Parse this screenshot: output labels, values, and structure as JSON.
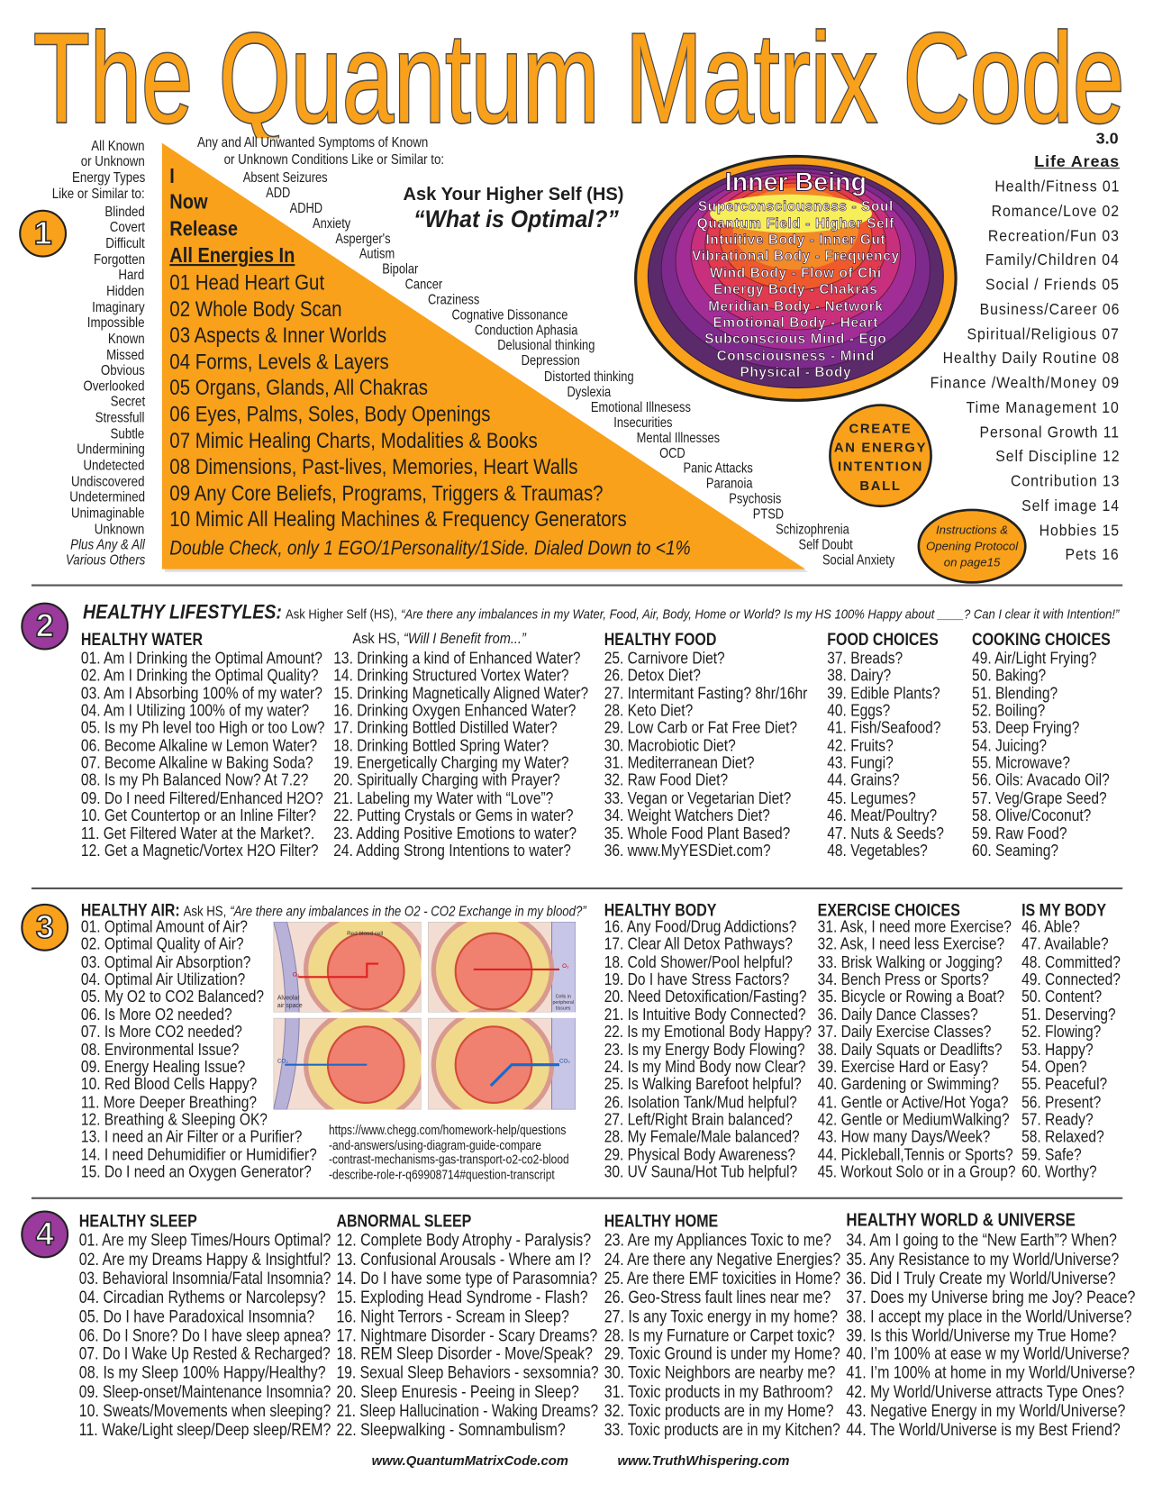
{
  "title": "The Quantum Matrix Code",
  "version": "3.0",
  "colors": {
    "orange": "#F9A11B",
    "purple": "#9A3A9C",
    "title_outline": "#4a4a4a"
  },
  "section1": {
    "number": "1",
    "energy_header": [
      "All Known",
      "or Unknown",
      "Energy Types",
      "Like or Similar to:"
    ],
    "energy_types": [
      "Blinded",
      "Covert",
      "Difficult",
      "Forgotten",
      "Hard",
      "Hidden",
      "Imaginary",
      "Impossible",
      "Known",
      "Missed",
      "Obvious",
      "Overlooked",
      "Secret",
      "Stressfull",
      "Subtle",
      "Undermining",
      "Undetected",
      "Undiscovered",
      "Undetermined",
      "Unimaginable",
      "Unknown"
    ],
    "energy_footer": [
      "Plus Any & All",
      "Various Others"
    ],
    "triangle": {
      "intro": [
        "I",
        "Now",
        "Release",
        "All Energies In"
      ],
      "items": [
        "01 Head Heart Gut",
        "02 Whole Body Scan",
        "03 Aspects & Inner Worlds",
        "04 Forms, Levels & Layers",
        "05 Organs, Glands, All Chakras",
        "06 Eyes, Palms, Soles, Body Openings",
        "07 Mimic Healing Charts, Modalities & Books",
        "08 Dimensions, Past-lives, Memories, Heart Walls",
        "09 Any Core Beliefs, Programs, Triggers & Traumas?",
        "10 Mimic All Healing Machines & Frequency Generators"
      ],
      "footer": "Double Check, only 1 EGO/1Personality/1Side. Dialed Down to <1%"
    },
    "symptoms_header": [
      "Any and All Unwanted Symptoms of Known",
      "or Unknown Conditions Like or Similar to:"
    ],
    "symptoms": [
      "Absent Seizures",
      "ADD",
      "ADHD",
      "Anxiety",
      "Asperger's",
      "Autism",
      "Bipolar",
      "Cancer",
      "Craziness",
      "Cognative Dissonance",
      "Conduction Aphasia",
      "Delusional thinking",
      "Depression",
      "Distorted thinking",
      "Dyslexia",
      "Emotional Illnesess",
      "Insecurities",
      "Mental Illnesses",
      "OCD",
      "Panic Attacks",
      "Paranoia",
      "Psychosis",
      "PTSD",
      "Schizophrenia",
      "Self Doubt",
      "Social Anxiety"
    ],
    "higher_self": {
      "ask": "Ask Your Higher Self (HS)",
      "question": "“What is Optimal?”"
    },
    "inner_being": {
      "title": "Inner Being",
      "layers": [
        "Superconsciousness - Soul",
        "Quantum Field - Higher Self",
        "Intuitive Body - Inner Gut",
        "Vibrational Body - Frequency",
        "Wind Body - Flow of Chi",
        "Energy Body - Chakras",
        "Meridian Body - Network",
        "Emotional Body - Heart",
        "Subconscious Mind - Ego",
        "Consciousness - Mind",
        "Physical - Body"
      ]
    },
    "energy_ball": [
      "CREATE",
      "AN ENERGY",
      "INTENTION",
      "BALL"
    ],
    "instructions": [
      "Instructions &",
      "Opening Protocol",
      "on page15"
    ],
    "life_areas": {
      "title": "Life Areas",
      "items": [
        "Health/Fitness 01",
        "Romance/Love 02",
        "Recreation/Fun 03",
        "Family/Children 04",
        "Social / Friends 05",
        "Business/Career 06",
        "Spiritual/Religious 07",
        "Healthy Daily Routine 08",
        "Finance /Wealth/Money 09",
        "Time Management 10",
        "Personal Growth 11",
        "Self Discipline 12",
        "Contribution 13",
        "Self image 14",
        "Hobbies 15",
        "Pets 16"
      ]
    }
  },
  "section2": {
    "number": "2",
    "title": "HEALTHY LIFESTYLES:",
    "ask": "Ask Higher Self (HS),",
    "quote": "“Are there any imbalances in my Water, Food, Air, Body, Home or World? Is my HS 100% Happy about ____? Can I clear it with Intention!”",
    "water": {
      "header": "HEALTHY WATER",
      "items": [
        "01. Am I Drinking the Optimal Amount?",
        "02. Am I Drinking the Optimal Quality?",
        "03. Am I Absorbing 100% of my water?",
        "04. Am I Utilizing 100% of my water?",
        "05. Is my Ph level too High or too Low?",
        "06. Become Alkaline w Lemon Water?",
        "07. Become Alkaline w Baking Soda?",
        "08. Is my Ph Balanced Now? At 7.2?",
        "09. Do I need Filtered/Enhanced H2O?",
        "10. Get Countertop or an Inline Filter?",
        "11. Get Filtered Water at the Market?.",
        "12. Get a Magnetic/Vortex H2O Filter?"
      ]
    },
    "water2": {
      "ask": "Ask HS,",
      "quote": "“Will I Benefit from...”",
      "items": [
        "13. Drinking a kind of Enhanced Water?",
        "14. Drinking Structured Vortex Water?",
        "15. Drinking Magnetically Aligned Water?",
        "16. Drinking Oxygen Enhanced Water?",
        "17. Drinking Bottled Distilled Water?",
        "18. Drinking Bottled Spring Water?",
        "19. Energetically Charging my Water?",
        "20. Spiritually Charging with Prayer?",
        "21. Labeling my Water with “Love”?",
        "22. Putting Crystals or Gems in water?",
        "23. Adding Positive Emotions to water?",
        "24. Adding Strong Intentions to water?"
      ]
    },
    "food": {
      "header": "HEALTHY FOOD",
      "items": [
        "25. Carnivore Diet?",
        "26. Detox Diet?",
        "27. Intermitant Fasting? 8hr/16hr",
        "28. Keto Diet?",
        "29. Low Carb or Fat Free Diet?",
        "30. Macrobiotic Diet?",
        "31. Mediterranean Diet?",
        "32. Raw Food Diet?",
        "33. Vegan or Vegetarian Diet?",
        "34. Weight Watchers Diet?",
        "35. Whole Food Plant Based?",
        "36. www.MyYESDiet.com?"
      ]
    },
    "food_choices": {
      "header": "FOOD CHOICES",
      "items": [
        "37. Breads?",
        "38. Dairy?",
        "39. Edible Plants?",
        "40. Eggs?",
        "41. Fish/Seafood?",
        "42. Fruits?",
        "43. Fungi?",
        "44. Grains?",
        "45. Legumes?",
        "46. Meat/Poultry?",
        "47. Nuts & Seeds?",
        "48. Vegetables?"
      ]
    },
    "cooking": {
      "header": "COOKING CHOICES",
      "items": [
        "49. Air/Light Frying?",
        "50. Baking?",
        "51. Blending?",
        "52. Boiling?",
        "53. Deep Frying?",
        "54. Juicing?",
        "55. Microwave?",
        "56. Oils: Avacado Oil?",
        "57.     Veg/Grape Seed?",
        "58.     Olive/Coconut?",
        "59. Raw Food?",
        "60. Seaming?"
      ]
    }
  },
  "section3": {
    "number": "3",
    "title": "HEALTHY AIR:",
    "ask": "Ask HS,",
    "quote": "“Are there any imbalances in the O2 - CO2 Exchange in my blood?”",
    "air_items": [
      "01. Optimal Amount of Air?",
      "02. Optimal Quality of Air?",
      "03. Optimal Air Absorption?",
      "04. Optimal Air Utilization?",
      "05. My O2 to CO2 Balanced?",
      "06. Is More O2 needed?",
      "07. Is More CO2 needed?",
      "08. Environmental Issue?",
      "09. Energy Healing Issue?",
      "10. Red Blood Cells Happy?",
      "11. More Deeper Breathing?",
      "12. Breathing & Sleeping OK?",
      "13. I need an Air Filter or a Purifier?",
      "14. I need Dehumidifier or Humidifier?",
      "15. Do I need an Oxygen Generator?"
    ],
    "diagram": {
      "red_blood_cell": "Red blood cell",
      "alveolar": [
        "Alveolar",
        "air space"
      ],
      "tissues": [
        "Cells in",
        "peripheral",
        "tissues"
      ],
      "o2": "O₂",
      "co2": "CO₂"
    },
    "source_url": [
      "https://www.chegg.com/homework-help/questions",
      "-and-answers/using-diagram-guide-compare",
      "-contrast-mechanisms-gas-transport-o2-co2-blood",
      "-describe-role-r-q69908714#question-transcript"
    ],
    "body": {
      "header": "HEALTHY BODY",
      "items": [
        "16. Any Food/Drug Addictions?",
        "17. Clear All Detox Pathways?",
        "18. Cold Shower/Pool helpful?",
        "19. Do I have Stress Factors?",
        "20. Need Detoxification/Fasting?",
        "21. Is Intuitive Body Connected?",
        "22. Is my Emotional Body Happy?",
        "23. Is my Energy Body Flowing?",
        "24. Is my Mind Body now Clear?",
        "25. Is Walking Barefoot helpful?",
        "26. Isolation Tank/Mud helpful?",
        "27. Left/Right Brain balanced?",
        "28. My Female/Male balanced?",
        "29. Physical Body Awareness?",
        "30. UV Sauna/Hot Tub helpful?"
      ]
    },
    "exercise": {
      "header": "EXERCISE CHOICES",
      "items": [
        "31. Ask, I need more Exercise?",
        "32. Ask, I need less Exercise?",
        "33. Brisk Walking or Jogging?",
        "34. Bench Press or Sports?",
        "35. Bicycle or Rowing a Boat?",
        "36. Daily Dance Classes?",
        "37. Daily Exercise Classes?",
        "38. Daily Squats or Deadlifts?",
        "39. Exercise Hard or Easy?",
        "40. Gardening or Swimming?",
        "41. Gentle or Active/Hot Yoga?",
        "42. Gentle or MediumWalking?",
        "43. How many Days/Week?",
        "44. Pickleball,Tennis or Sports?",
        "45. Workout Solo or in a Group?"
      ]
    },
    "is_my_body": {
      "header": "IS MY BODY",
      "items": [
        "46. Able?",
        "47. Available?",
        "48. Committed?",
        "49. Connected?",
        "50. Content?",
        "51. Deserving?",
        "52. Flowing?",
        "53. Happy?",
        "54. Open?",
        "55. Peaceful?",
        "56. Present?",
        "57. Ready?",
        "58. Relaxed?",
        "59. Safe?",
        "60. Worthy?"
      ]
    }
  },
  "section4": {
    "number": "4",
    "sleep": {
      "header": "HEALTHY SLEEP",
      "items": [
        "01. Are my Sleep Times/Hours Optimal?",
        "02. Are my Dreams Happy & Insightful?",
        "03. Behavioral Insomnia/Fatal Insomnia?",
        "04. Circadian Rythems or Narcolepsy?",
        "05. Do I have Paradoxical Insomnia?",
        "06. Do I Snore? Do I have sleep apnea?",
        "07. Do I Wake Up Rested & Recharged?",
        "08. Is my Sleep 100% Happy/Healthy?",
        "09. Sleep-onset/Maintenance Insomnia?",
        "10. Sweats/Movements when sleeping?",
        "11. Wake/Light sleep/Deep sleep/REM?"
      ]
    },
    "abnormal": {
      "header": "ABNORMAL SLEEP",
      "items": [
        "12. Complete Body Atrophy - Paralysis?",
        "13. Confusional Arousals - Where am I?",
        "14. Do I have some type of Parasomnia?",
        "15. Exploding Head Syndrome - Flash?",
        "16. Night Terrors - Scream in Sleep?",
        "17. Nightmare Disorder - Scary Dreams?",
        "18. REM Sleep Disorder - Move/Speak?",
        "19. Sexual Sleep Behaviors - sexsomnia?",
        "20. Sleep Enuresis - Peeing in Sleep?",
        "21. Sleep Hallucination - Waking Dreams?",
        "22. Sleepwalking - Somnambulism?"
      ]
    },
    "home": {
      "header": "HEALTHY HOME",
      "items": [
        "23. Are my Appliances Toxic to me?",
        "24. Are there any Negative Energies?",
        "25. Are there EMF toxicities in Home?",
        "26. Geo-Stress fault lines near me?",
        "27. Is any Toxic energy in my home?",
        "28. Is my Furnature or Carpet toxic?",
        "29. Toxic Ground is under my Home?",
        "30. Toxic Neighbors are nearby me?",
        "31. Toxic products in my Bathroom?",
        "32. Toxic products are in my Home?",
        "33. Toxic products are in my Kitchen?"
      ]
    },
    "world": {
      "header": "HEALTHY WORLD & UNIVERSE",
      "items": [
        "34. Am I going to the “New Earth”? When?",
        "35. Any Resistance to my World/Universe?",
        "36. Did I Truly Create my World/Universe?",
        "37. Does my Universe bring me Joy? Peace?",
        "38. I accept my place in the World/Universe?",
        "39. Is this World/Universe my True Home?",
        "40. I’m 100% at ease w my World/Universe?",
        "41. I’m 100% at home in my World/Universe?",
        "42. My World/Universe attracts Type Ones?",
        "43. Negative Energy in my World/Universe?",
        "44. The World/Universe is my Best Friend?"
      ]
    }
  },
  "footer": {
    "site1": "www.QuantumMatrixCode.com",
    "site2": "www.TruthWhispering.com"
  }
}
